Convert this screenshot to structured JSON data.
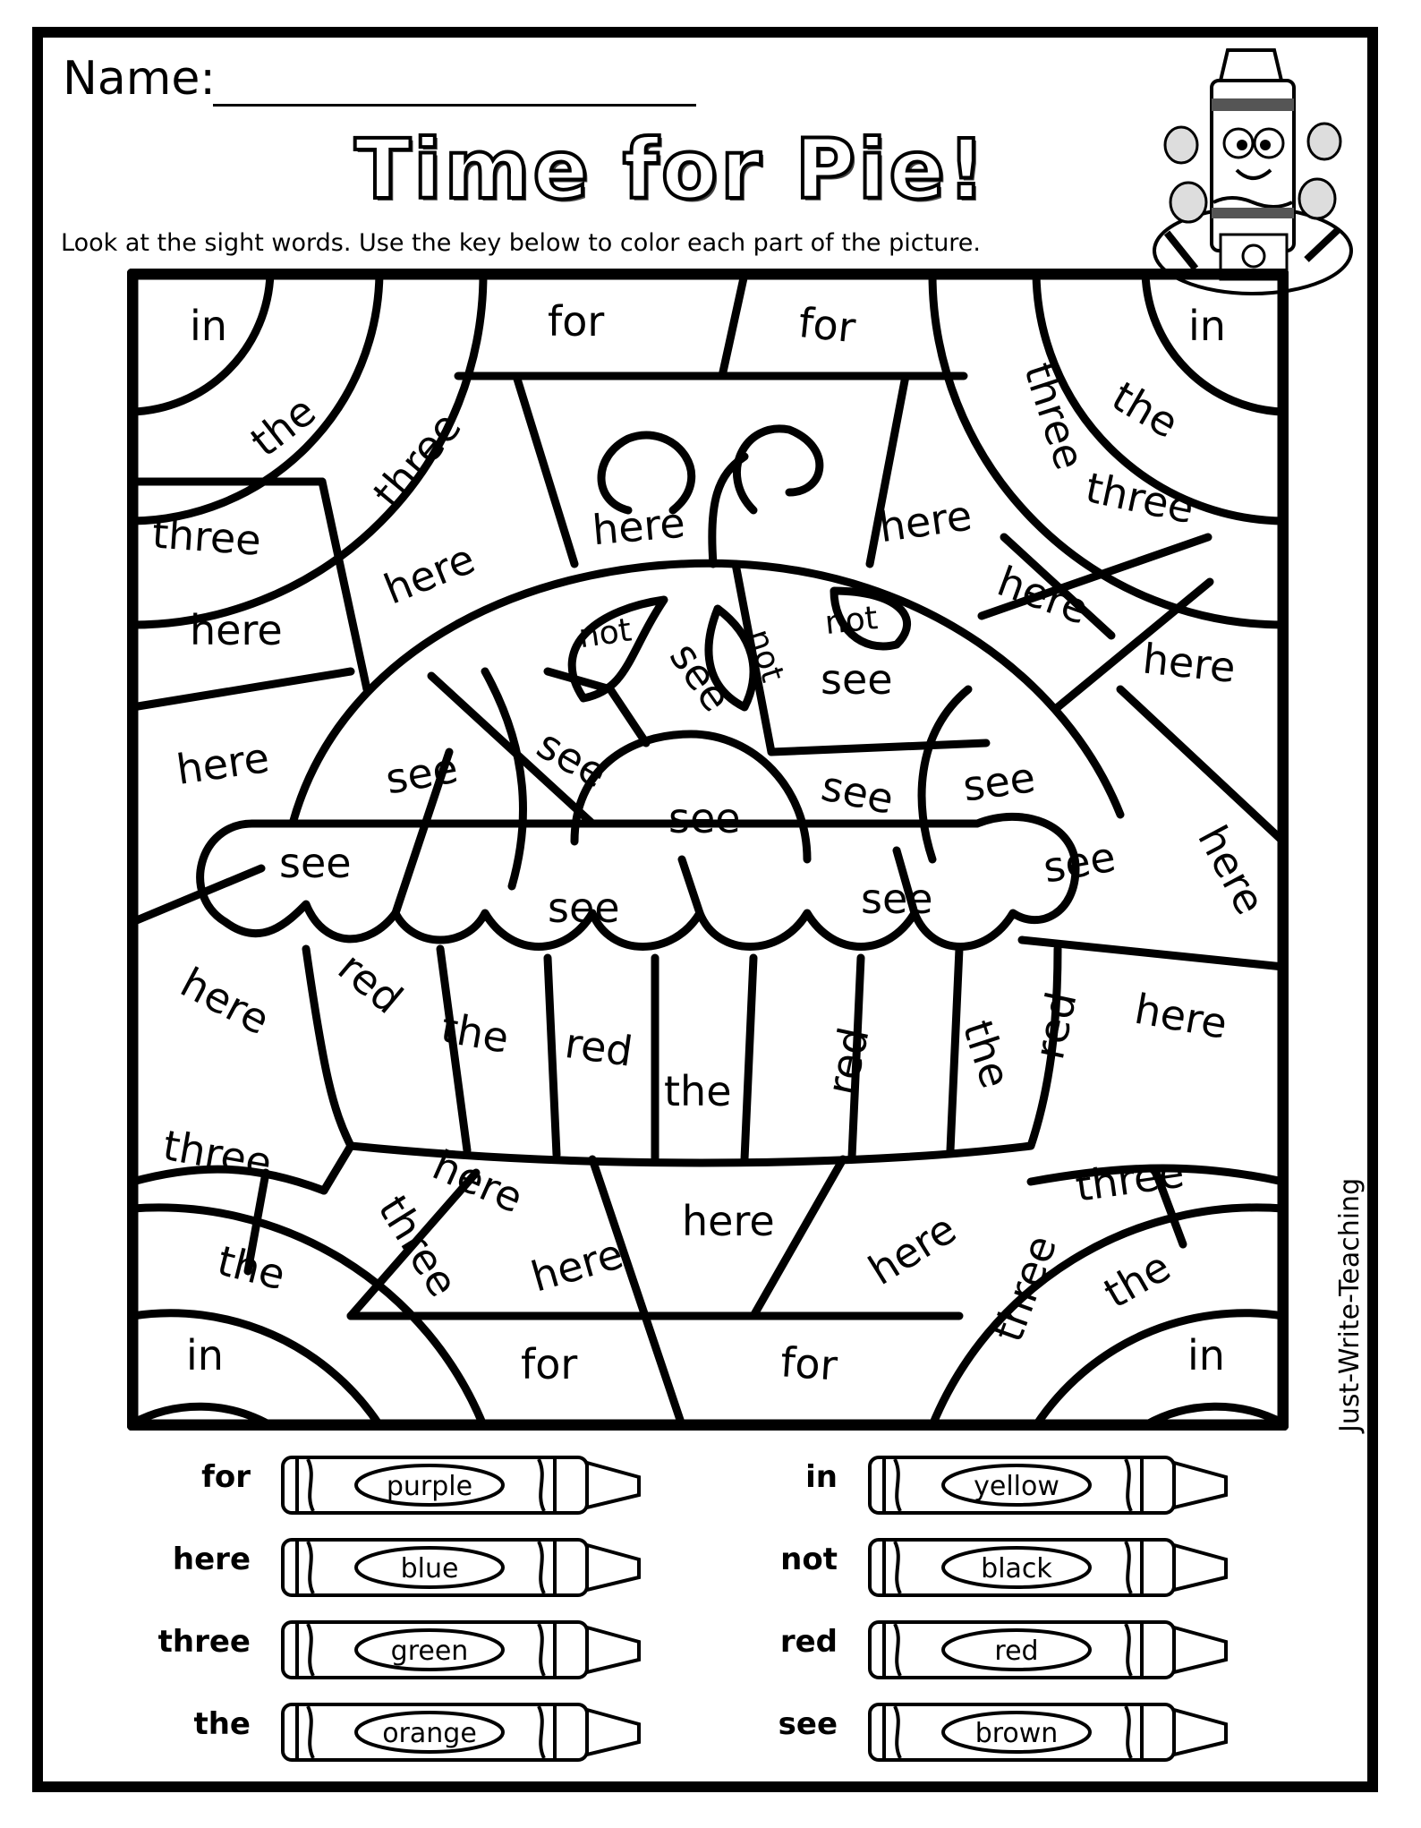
{
  "header": {
    "name_label": "Name:",
    "title": "Time for Pie!",
    "instructions": "Look at the sight words. Use the key below to color each part of the picture."
  },
  "credit": "Just-Write-Teaching",
  "picture_words": {
    "in_tl": "in",
    "the_tl": "the",
    "three_tl_a": "three",
    "three_tl_b": "three",
    "for_1": "for",
    "for_2": "for",
    "in_tr": "in",
    "the_tr": "the",
    "three_tr_a": "three",
    "three_tr_b": "three",
    "here_1": "here",
    "here_2": "here",
    "here_3": "here",
    "here_4": "here",
    "here_5": "here",
    "here_6": "here",
    "here_7": "here",
    "here_8": "here",
    "here_9": "here",
    "here_10": "here",
    "here_11": "here",
    "here_12": "here",
    "here_13": "here",
    "here_14": "here",
    "not_1": "not",
    "not_2": "not",
    "not_3": "not",
    "see_1": "see",
    "see_2": "see",
    "see_3": "see",
    "see_4": "see",
    "see_5": "see",
    "see_6": "see",
    "see_7": "see",
    "see_8": "see",
    "see_9": "see",
    "see_10": "see",
    "see_11": "see",
    "red_1": "red",
    "red_2": "red",
    "red_3": "red",
    "red_4": "red",
    "the_c1": "the",
    "the_c2": "the",
    "the_c3": "the",
    "three_bl_a": "three",
    "three_bl_b": "three",
    "the_bl": "the",
    "in_bl": "in",
    "three_br_a": "three",
    "three_br_b": "three",
    "the_br": "the",
    "in_br": "in",
    "for_3": "for",
    "for_4": "for"
  },
  "key": [
    {
      "word": "for",
      "color": "purple"
    },
    {
      "word": "here",
      "color": "blue"
    },
    {
      "word": "three",
      "color": "green"
    },
    {
      "word": "the",
      "color": "orange"
    },
    {
      "word": "in",
      "color": "yellow"
    },
    {
      "word": "not",
      "color": "black"
    },
    {
      "word": "red",
      "color": "red"
    },
    {
      "word": "see",
      "color": "brown"
    }
  ]
}
